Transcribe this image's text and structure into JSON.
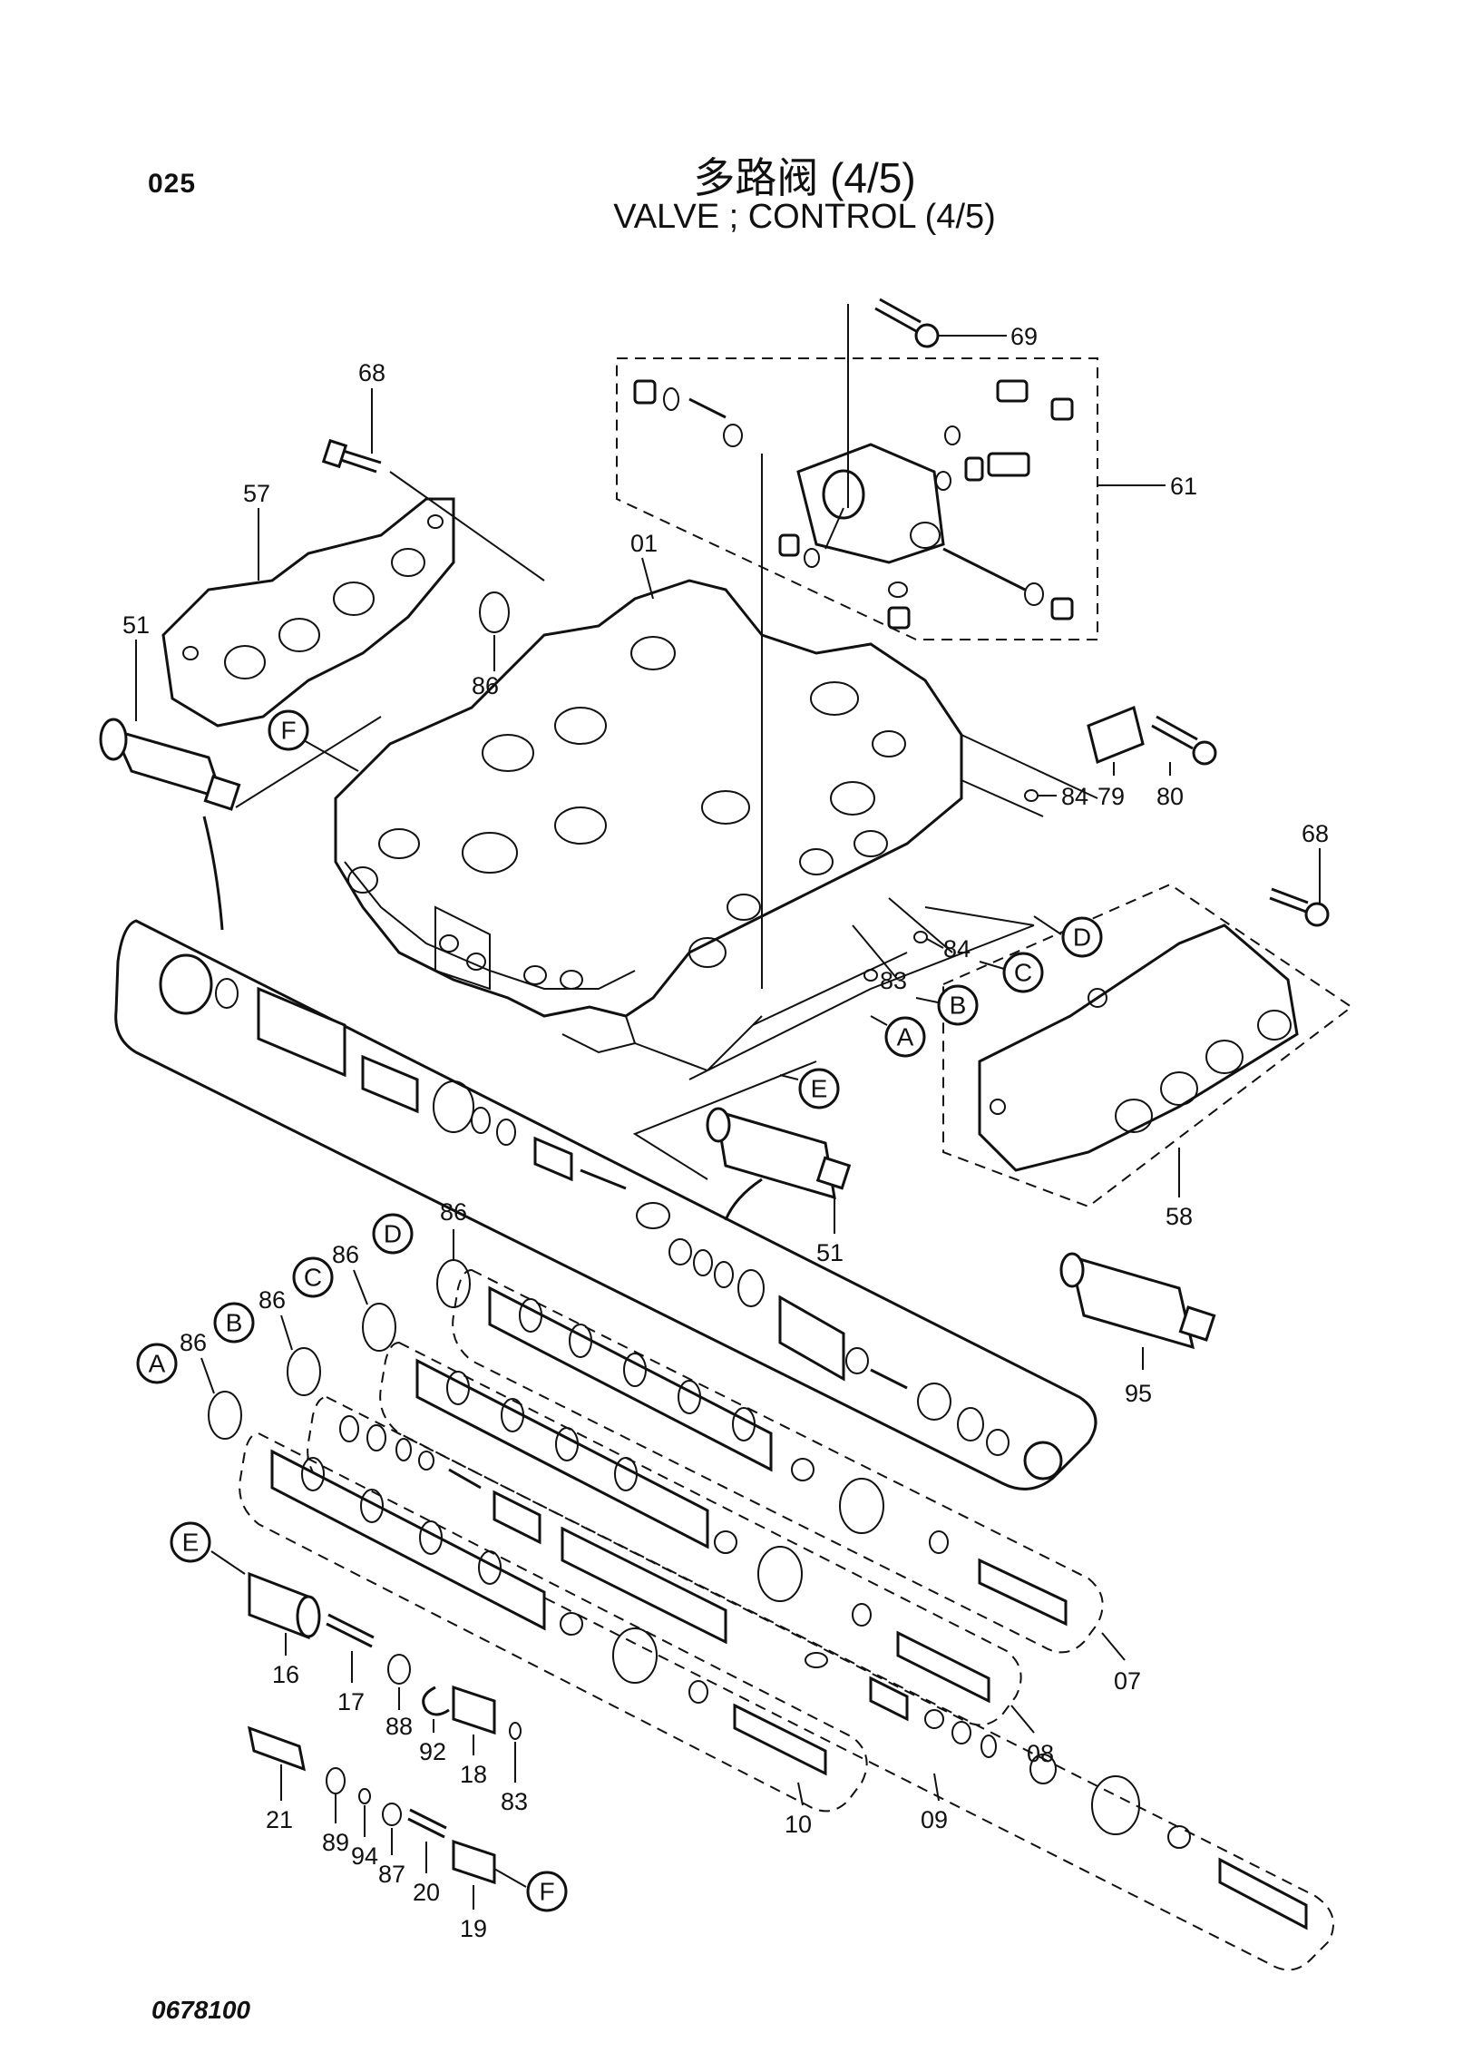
{
  "header": {
    "page_code": "025",
    "title_cn": "多路阀 (4/5)",
    "title_en": "VALVE ; CONTROL (4/5)"
  },
  "footer": {
    "drawing_number": "0678100"
  },
  "part_labels": [
    "68",
    "57",
    "51",
    "01",
    "86",
    "69",
    "61",
    "84",
    "79",
    "80",
    "68",
    "83",
    "84",
    "58",
    "51",
    "95",
    "86",
    "86",
    "86",
    "86",
    "07",
    "08",
    "09",
    "10",
    "16",
    "17",
    "88",
    "92",
    "18",
    "83",
    "21",
    "89",
    "94",
    "87",
    "20",
    "19"
  ],
  "ref_markers": [
    "F",
    "D",
    "C",
    "B",
    "A",
    "E",
    "D",
    "C",
    "B",
    "A",
    "E",
    "F"
  ]
}
